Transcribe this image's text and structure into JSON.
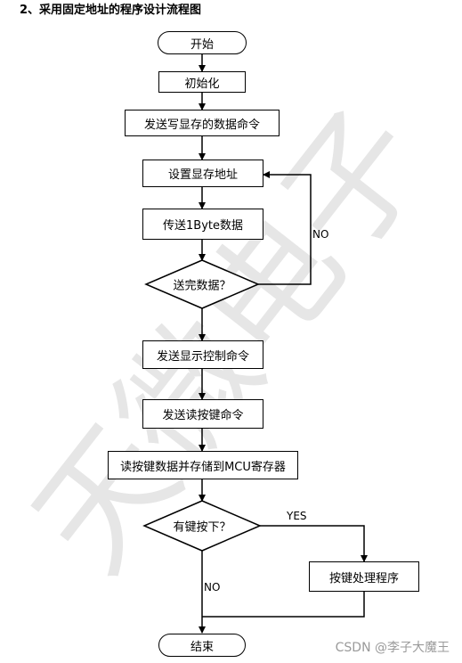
{
  "heading": "2、采用固定地址的程序设计流程图",
  "nodes": {
    "start": "开始",
    "init": "初始化",
    "send_write_cmd": "发送写显存的数据命令",
    "set_address": "设置显存地址",
    "send_byte": "传送1Byte数据",
    "done_check": "送完数据？",
    "send_display_cmd": "发送显示控制命令",
    "send_read_key_cmd": "发送读按键命令",
    "read_store_keys": "读按键数据并存储到MCU寄存器",
    "key_pressed_check": "有键按下？",
    "key_handler": "按键处理程序",
    "end": "结束"
  },
  "edge_labels": {
    "no_loop": "NO",
    "yes_branch": "YES",
    "no_down": "NO"
  },
  "background_watermark": "天微电子",
  "footer_watermark": "CSDN @李子大魔王",
  "colors": {
    "line": "#000000",
    "background_watermark": "#e6e6e6",
    "footer_watermark": "#9a9a9a"
  }
}
